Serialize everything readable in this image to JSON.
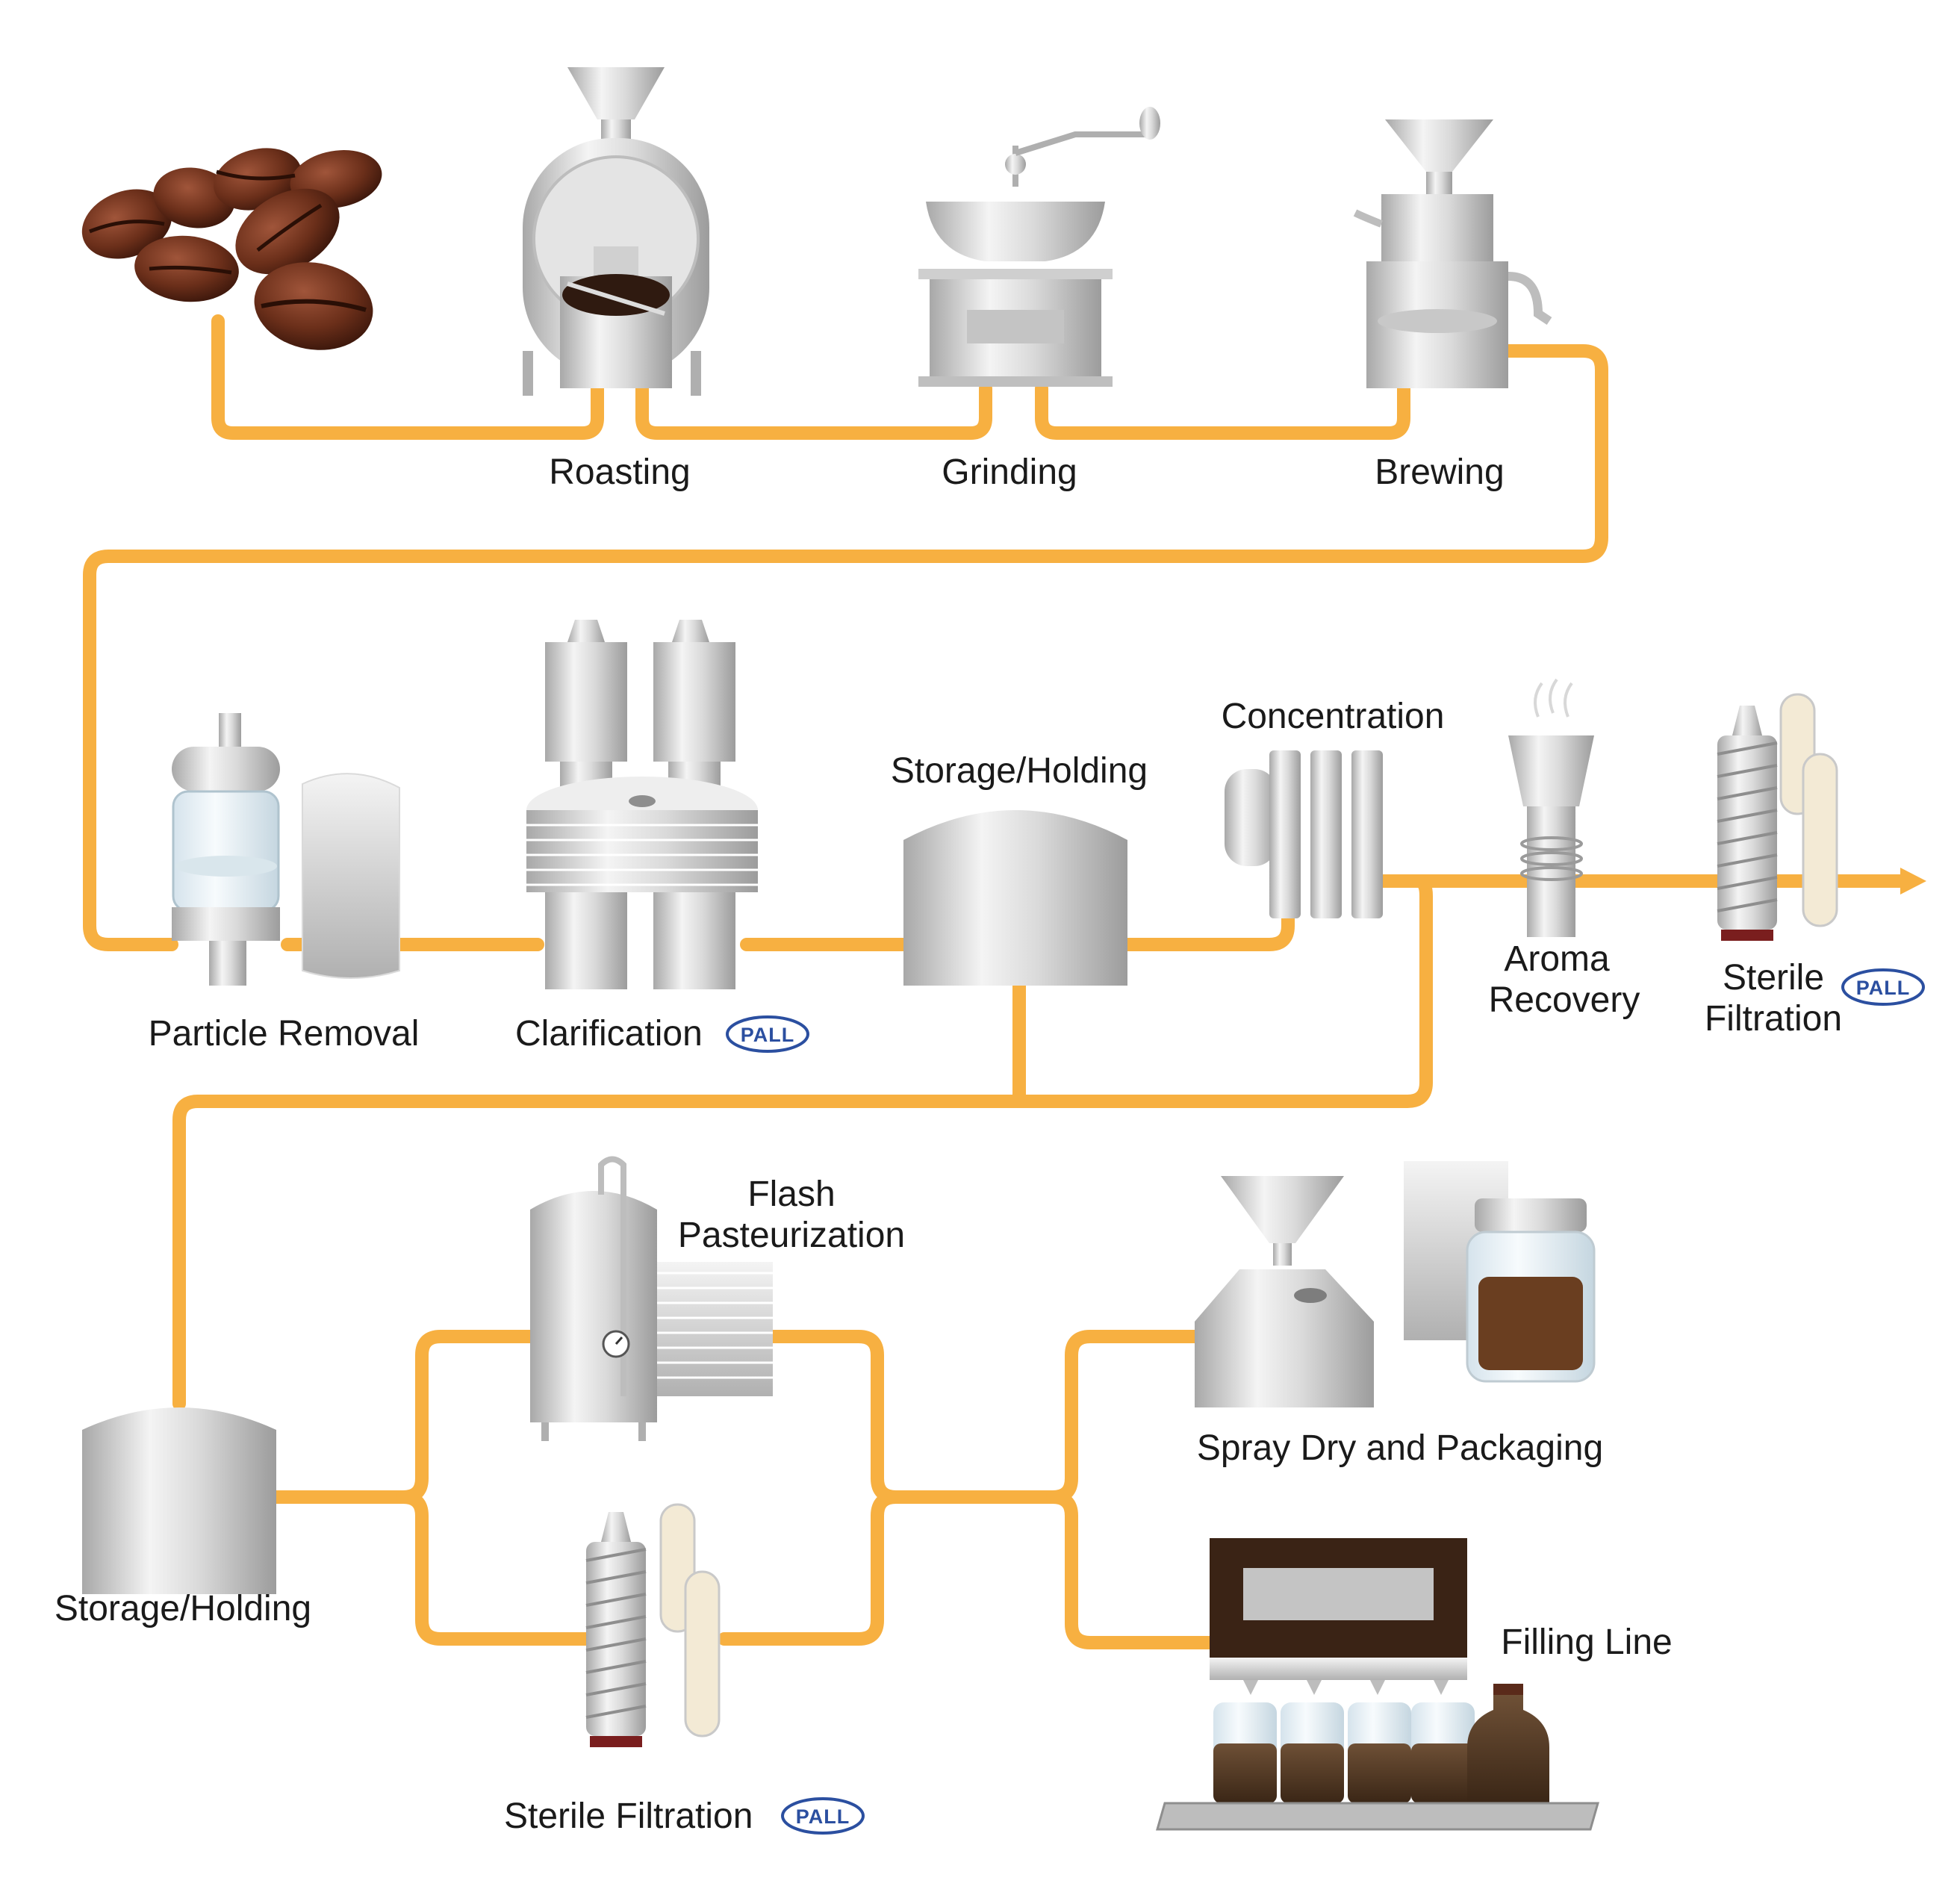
{
  "colors": {
    "pipe": "#F7B041",
    "steel_light": "#F2F2F2",
    "steel_mid": "#CFCFCF",
    "steel_dark": "#9A9A9A",
    "bean": "#6B2F1A",
    "bean_dark": "#3A160B",
    "pall_blue": "#2B4FA0",
    "coffee": "#4A3422"
  },
  "labels": {
    "roasting": "Roasting",
    "grinding": "Grinding",
    "brewing": "Brewing",
    "particle_removal": "Particle Removal",
    "clarification": "Clarification",
    "storage_holding_top": "Storage/Holding",
    "concentration": "Concentration",
    "aroma_1": "Aroma",
    "aroma_2": "Recovery",
    "sterile_top_1": "Sterile",
    "sterile_top_2": "Filtration",
    "storage_holding_bottom": "Storage/Holding",
    "flash_1": "Flash",
    "flash_2": "Pasteurization",
    "sterile_bottom": "Sterile Filtration",
    "spray_dry": "Spray Dry and Packaging",
    "filling_line": "Filling Line"
  },
  "pall_logo": "PALL",
  "icons": {
    "coffee_beans": "coffee-beans-icon",
    "roaster": "roaster-icon",
    "grinder": "grinder-icon",
    "brewer": "brewer-icon",
    "particle_filter": "particle-filter-icon",
    "clarifier": "clarifier-centrifuge-icon",
    "storage_tank": "storage-tank-icon",
    "concentrator": "concentration-column-icon",
    "aroma": "aroma-recovery-icon",
    "cartridges": "filter-cartridge-icon",
    "pasteurizer": "pasteurizer-icon",
    "spray_dryer": "spray-dryer-icon",
    "jar": "coffee-jar-icon",
    "filling_machine": "filling-machine-icon",
    "bottles": "bottle-icon"
  }
}
